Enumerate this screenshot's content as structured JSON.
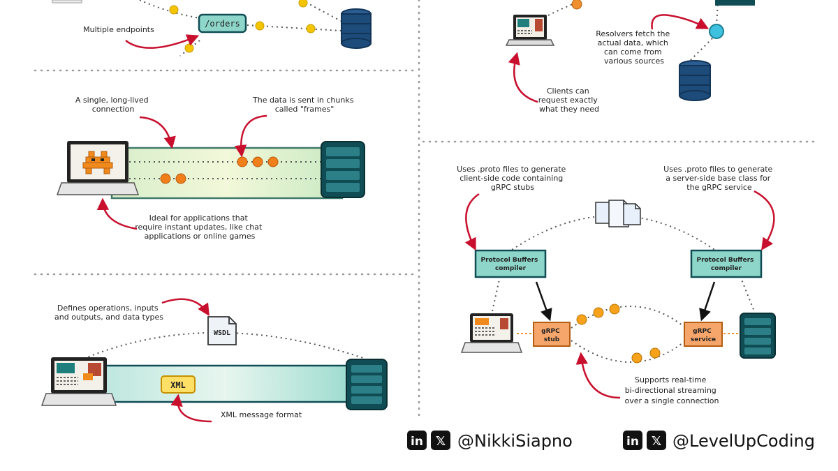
{
  "rest": {
    "endpoint_label": "/orders",
    "annotation": "Multiple endpoints"
  },
  "graphql": {
    "resolvers_note": [
      "Resolvers fetch the",
      "actual data, which",
      "can come from",
      "various sources"
    ],
    "clients_note": [
      "Clients can",
      "request exactly",
      "what they need"
    ]
  },
  "websocket": {
    "connection_note": [
      "A single, long-lived",
      "connection"
    ],
    "frames_note": [
      "The data is sent in chunks",
      "called \"frames\""
    ],
    "ideal_note": [
      "Ideal for applications that",
      "require instant updates, like chat",
      "applications or online games"
    ]
  },
  "soap": {
    "defines_note": [
      "Defines operations, inputs",
      "and outputs, and data types"
    ],
    "wsdl_label": "WSDL",
    "xml_label": "XML",
    "xml_note": "XML message format"
  },
  "grpc": {
    "client_proto_note": [
      "Uses .proto files to generate",
      "client-side code containing",
      "gRPC stubs"
    ],
    "server_proto_note": [
      "Uses .proto files to generate",
      "a server-side base class for",
      "the gRPC service"
    ],
    "compiler_left": [
      "Protocol Buffers",
      "compiler"
    ],
    "compiler_right": [
      "Protocol Buffers",
      "compiler"
    ],
    "stub_label": [
      "gRPC",
      "stub"
    ],
    "service_label": [
      "gRPC",
      "service"
    ],
    "streaming_note": [
      "Supports real-time",
      "bi-directional streaming",
      "over a single connection"
    ]
  },
  "footer": {
    "handle_left": "@NikkiSiapno",
    "handle_right": "@LevelUpCoding",
    "linkedin_glyph": "in",
    "x_glyph": "𝕏"
  },
  "colors": {
    "teal": "#7fd1c4",
    "dark_teal": "#0f4c54",
    "orange_dot": "#f07f1b",
    "yellow_dot": "#f5c400",
    "red_arrow": "#c8102e",
    "db_blue": "#1d4b7a"
  }
}
